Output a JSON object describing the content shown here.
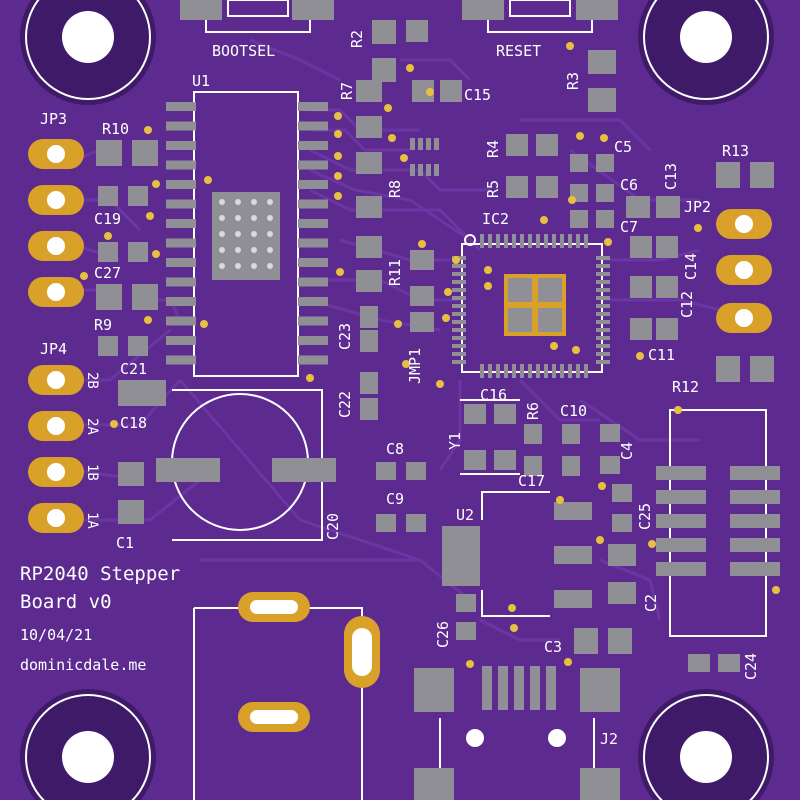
{
  "board": {
    "title_line1": "RP2040 Stepper",
    "title_line2": "Board v0",
    "date": "10/04/21",
    "url": "dominicdale.me"
  },
  "buttons": {
    "bootsel": "BOOTSEL",
    "reset": "RESET"
  },
  "refs": {
    "U1": "U1",
    "U2": "U2",
    "IC2": "IC2",
    "Y1": "Y1",
    "J2": "J2",
    "JMP1": "JMP1",
    "JP2": "JP2",
    "JP3": "JP3",
    "JP4": "JP4",
    "R2": "R2",
    "R3": "R3",
    "R4": "R4",
    "R5": "R5",
    "R6": "R6",
    "R7": "R7",
    "R8": "R8",
    "R9": "R9",
    "R10": "R10",
    "R11": "R11",
    "R12": "R12",
    "R13": "R13",
    "C1": "C1",
    "C2": "C2",
    "C3": "C3",
    "C4": "C4",
    "C5": "C5",
    "C6": "C6",
    "C7": "C7",
    "C8": "C8",
    "C9": "C9",
    "C10": "C10",
    "C11": "C11",
    "C12": "C12",
    "C13": "C13",
    "C14": "C14",
    "C15": "C15",
    "C16": "C16",
    "C17": "C17",
    "C18": "C18",
    "C19": "C19",
    "C20": "C20",
    "C21": "C21",
    "C22": "C22",
    "C23": "C23",
    "C24": "C24",
    "C25": "C25",
    "C26": "C26",
    "C27": "C27"
  },
  "pins": {
    "p2B": "2B",
    "p2A": "2A",
    "p1B": "1B",
    "p1A": "1A"
  },
  "colors": {
    "soldermask": "#5d2b90",
    "copper_pads": "#8f8f95",
    "gold_pads": "#d9a12a",
    "silkscreen": "#ffffff"
  }
}
